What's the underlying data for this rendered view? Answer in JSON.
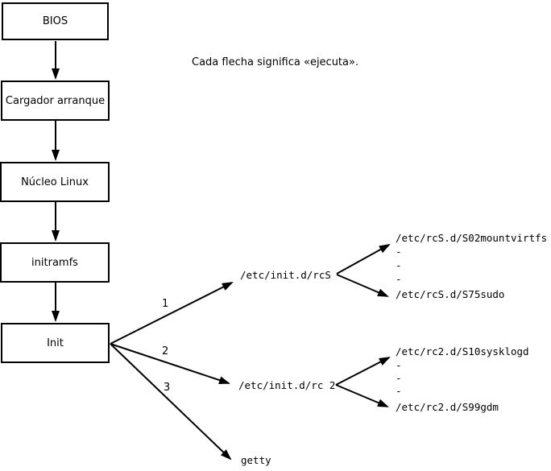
{
  "note": "Cada flecha significa «ejecuta».",
  "flow_boxes": [
    {
      "label": "BIOS"
    },
    {
      "label": "Cargador arranque"
    },
    {
      "label": "Núcleo Linux"
    },
    {
      "label": "initramfs"
    },
    {
      "label": "Init"
    }
  ],
  "init_branches": [
    {
      "order": "1",
      "target": "/etc/init.d/rcS"
    },
    {
      "order": "2",
      "target": "/etc/init.d/rc 2"
    },
    {
      "order": "3",
      "target": "getty"
    }
  ],
  "rcS_scripts": {
    "first": "/etc/rcS.d/S02mountvirtfs",
    "ellipsis": [
      "-",
      "-",
      "-"
    ],
    "last": "/etc/rcS.d/S75sudo"
  },
  "rc2_scripts": {
    "first": "/etc/rc2.d/S10sysklogd",
    "ellipsis": [
      "-",
      "-",
      "-"
    ],
    "last": "/etc/rc2.d/S99gdm"
  },
  "colors": {
    "line": "#000000",
    "background": "#ffffff",
    "text": "#000000"
  }
}
